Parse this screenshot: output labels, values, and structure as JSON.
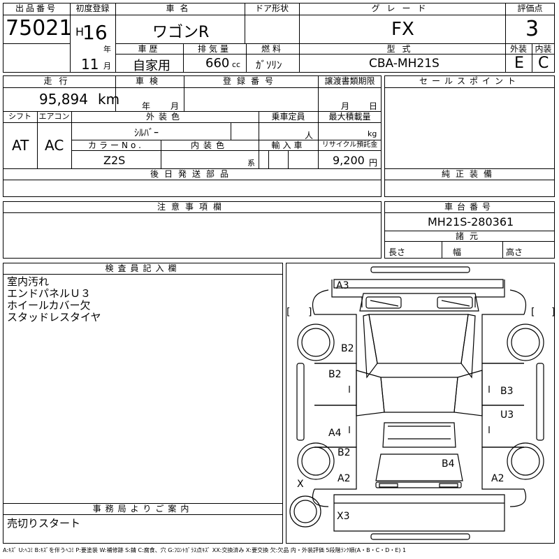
{
  "top": {
    "lot_no_label": "出品番号",
    "lot_no": "75021",
    "first_reg_label": "初度登録",
    "era": "H",
    "year": "16",
    "year_unit": "年",
    "month": "11",
    "month_unit": "月",
    "car_name_label": "車名",
    "car_name": "ワゴンR",
    "door_label": "ドア形状",
    "door_value": "",
    "grade_label": "グレード",
    "grade": "FX",
    "score_label": "評価点",
    "score": "3",
    "history_label": "車歴",
    "history": "自家用",
    "displacement_label": "排気量",
    "displacement": "660",
    "displacement_unit": "cc",
    "fuel_label": "燃料",
    "fuel": "ｶﾞｿﾘﾝ",
    "model_label": "型式",
    "model": "CBA-MH21S",
    "ext_label": "外装",
    "ext": "E",
    "int_label": "内装",
    "int": "C"
  },
  "row2": {
    "mileage_label": "走行",
    "mileage": "95,894",
    "mileage_unit": "km",
    "inspection_label": "車検",
    "inspection_year_unit": "年",
    "inspection_month_unit": "月",
    "reg_no_label": "登録番号",
    "reg_no": "",
    "transfer_label": "譲渡書類期限",
    "transfer_month_unit": "月",
    "transfer_day_unit": "日",
    "shift_label": "シフト",
    "shift": "AT",
    "ac_label": "エアコン",
    "ac": "AC",
    "ext_color_label": "外装色",
    "ext_color": "ｼﾙﾊﾞｰ",
    "capacity_label": "乗車定員",
    "capacity_unit": "人",
    "max_load_label": "最大積載量",
    "max_load_unit": "kg",
    "color_no_label": "カラーNo.",
    "color_no": "Z2S",
    "int_color_label": "内装色",
    "int_color_unit": "系",
    "import_label": "輸入車",
    "recycle_label": "リサイクル預託金",
    "recycle": "9,200",
    "recycle_unit": "円",
    "later_parts_label": "後日発送部品",
    "sales_point_label": "セールスポイント",
    "genuine_label": "純正装備"
  },
  "notes": {
    "caution_label": "注意事項欄",
    "chassis_label": "車台番号",
    "chassis": "MH21S-280361",
    "dims_label": "諸元",
    "length_label": "長さ",
    "width_label": "幅",
    "height_label": "高さ"
  },
  "inspector": {
    "label": "検査員記入欄",
    "lines": [
      "室内汚れ",
      "エンドパネルＵ３",
      "ホイールカバー欠",
      "スタッドレスタイヤ"
    ]
  },
  "office": {
    "label": "事務局よりご案内",
    "text": "売切りスタート"
  },
  "diagram": {
    "marks": [
      "A3",
      "B2",
      "B2",
      "B3",
      "U3",
      "A4",
      "B2",
      "B4",
      "A2",
      "A2",
      "X",
      "X3"
    ],
    "brackets": [
      "[",
      "]",
      "[",
      "]"
    ]
  },
  "legend": "A:ｷｽﾞ U:ﾍｺﾐ B:ｷｽﾞを伴うﾍｺﾐ P:要塗装 W:補修跡 S:錆 C:腐食、穴 G:ﾌﾛﾝﾄｶﾞﾗｽ点ｷｽﾞ XX:交換済み X:要交換 欠:欠品 内・外装評価 5段階ﾗﾝｸ順(A・B・C・D・E) 1"
}
